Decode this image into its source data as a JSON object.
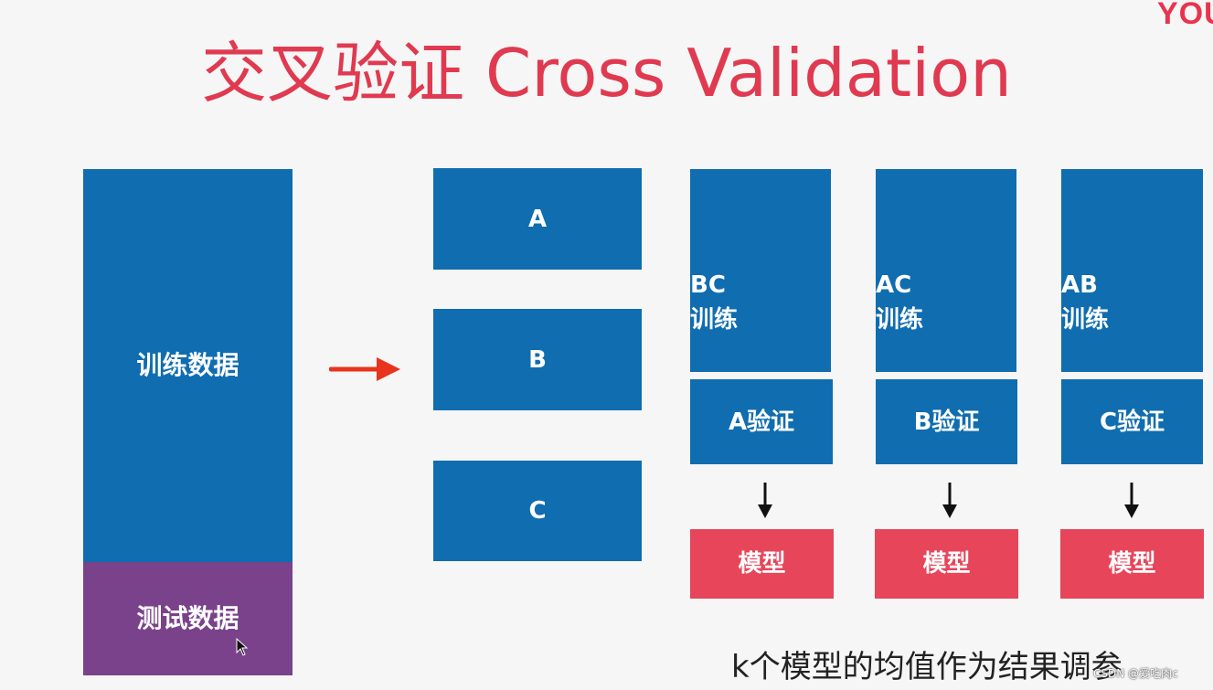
{
  "logo": "YOU",
  "title": "交叉验证 Cross Validation",
  "dataset": {
    "train_label": "训练数据",
    "test_label": "测试数据"
  },
  "folds": [
    "A",
    "B",
    "C"
  ],
  "rounds": [
    {
      "train": "BC",
      "train_word": "训练",
      "validate": "A验证",
      "model": "模型"
    },
    {
      "train": "AC",
      "train_word": "训练",
      "validate": "B验证",
      "model": "模型"
    },
    {
      "train": "AB",
      "train_word": "训练",
      "validate": "C验证",
      "model": "模型"
    }
  ],
  "footer": "k个模型的均值作为结果调参",
  "watermark": "CSDN @爱吃肉c",
  "colors": {
    "title": "#e03a50",
    "blue_box": "#0f6db0",
    "test_box": "#7a428a",
    "model_box": "#e7455a",
    "arrow": "#e8341c"
  }
}
